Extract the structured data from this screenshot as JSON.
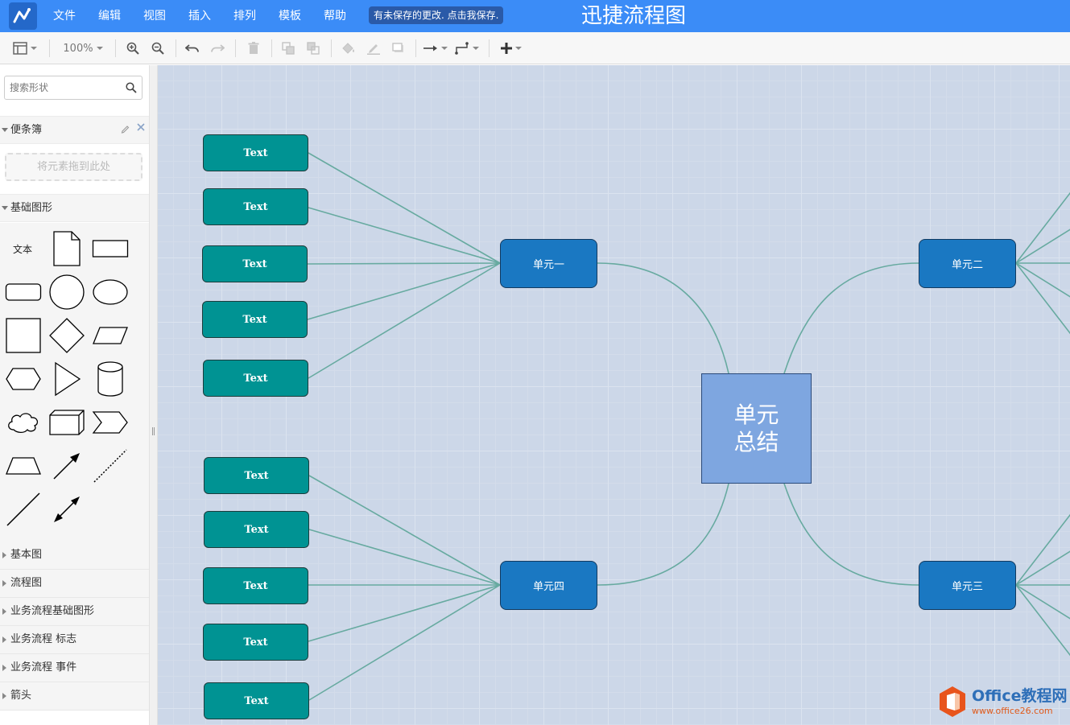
{
  "menubar": {
    "menus": [
      "文件",
      "编辑",
      "视图",
      "插入",
      "排列",
      "模板",
      "帮助"
    ],
    "unsaved_notice": "有未保存的更改. 点击我保存.",
    "app_title": "迅捷流程图"
  },
  "toolbar": {
    "zoom": "100%"
  },
  "sidebar": {
    "search_placeholder": "搜索形状",
    "scratchpad_title": "便条簿",
    "scratchpad_drop": "将元素拖到此处",
    "basic_shapes_title": "基础图形",
    "text_shape_label": "文本",
    "collapsed_sections": [
      "基本图",
      "流程图",
      "业务流程基础图形",
      "业务流程 标志",
      "业务流程 事件",
      "箭头"
    ]
  },
  "diagram": {
    "center": "单元总结",
    "units": [
      "单元一",
      "单元二",
      "单元三",
      "单元四"
    ],
    "leaf_label": "Text",
    "colors": {
      "leaf_fill": "#009393",
      "unit_fill": "#1a78c2",
      "center_fill": "#7ea6e0",
      "connector": "#67aaa0",
      "canvas": "#ccd7e8"
    }
  },
  "watermark": {
    "title": "Office教程网",
    "url": "www.office26.com"
  }
}
